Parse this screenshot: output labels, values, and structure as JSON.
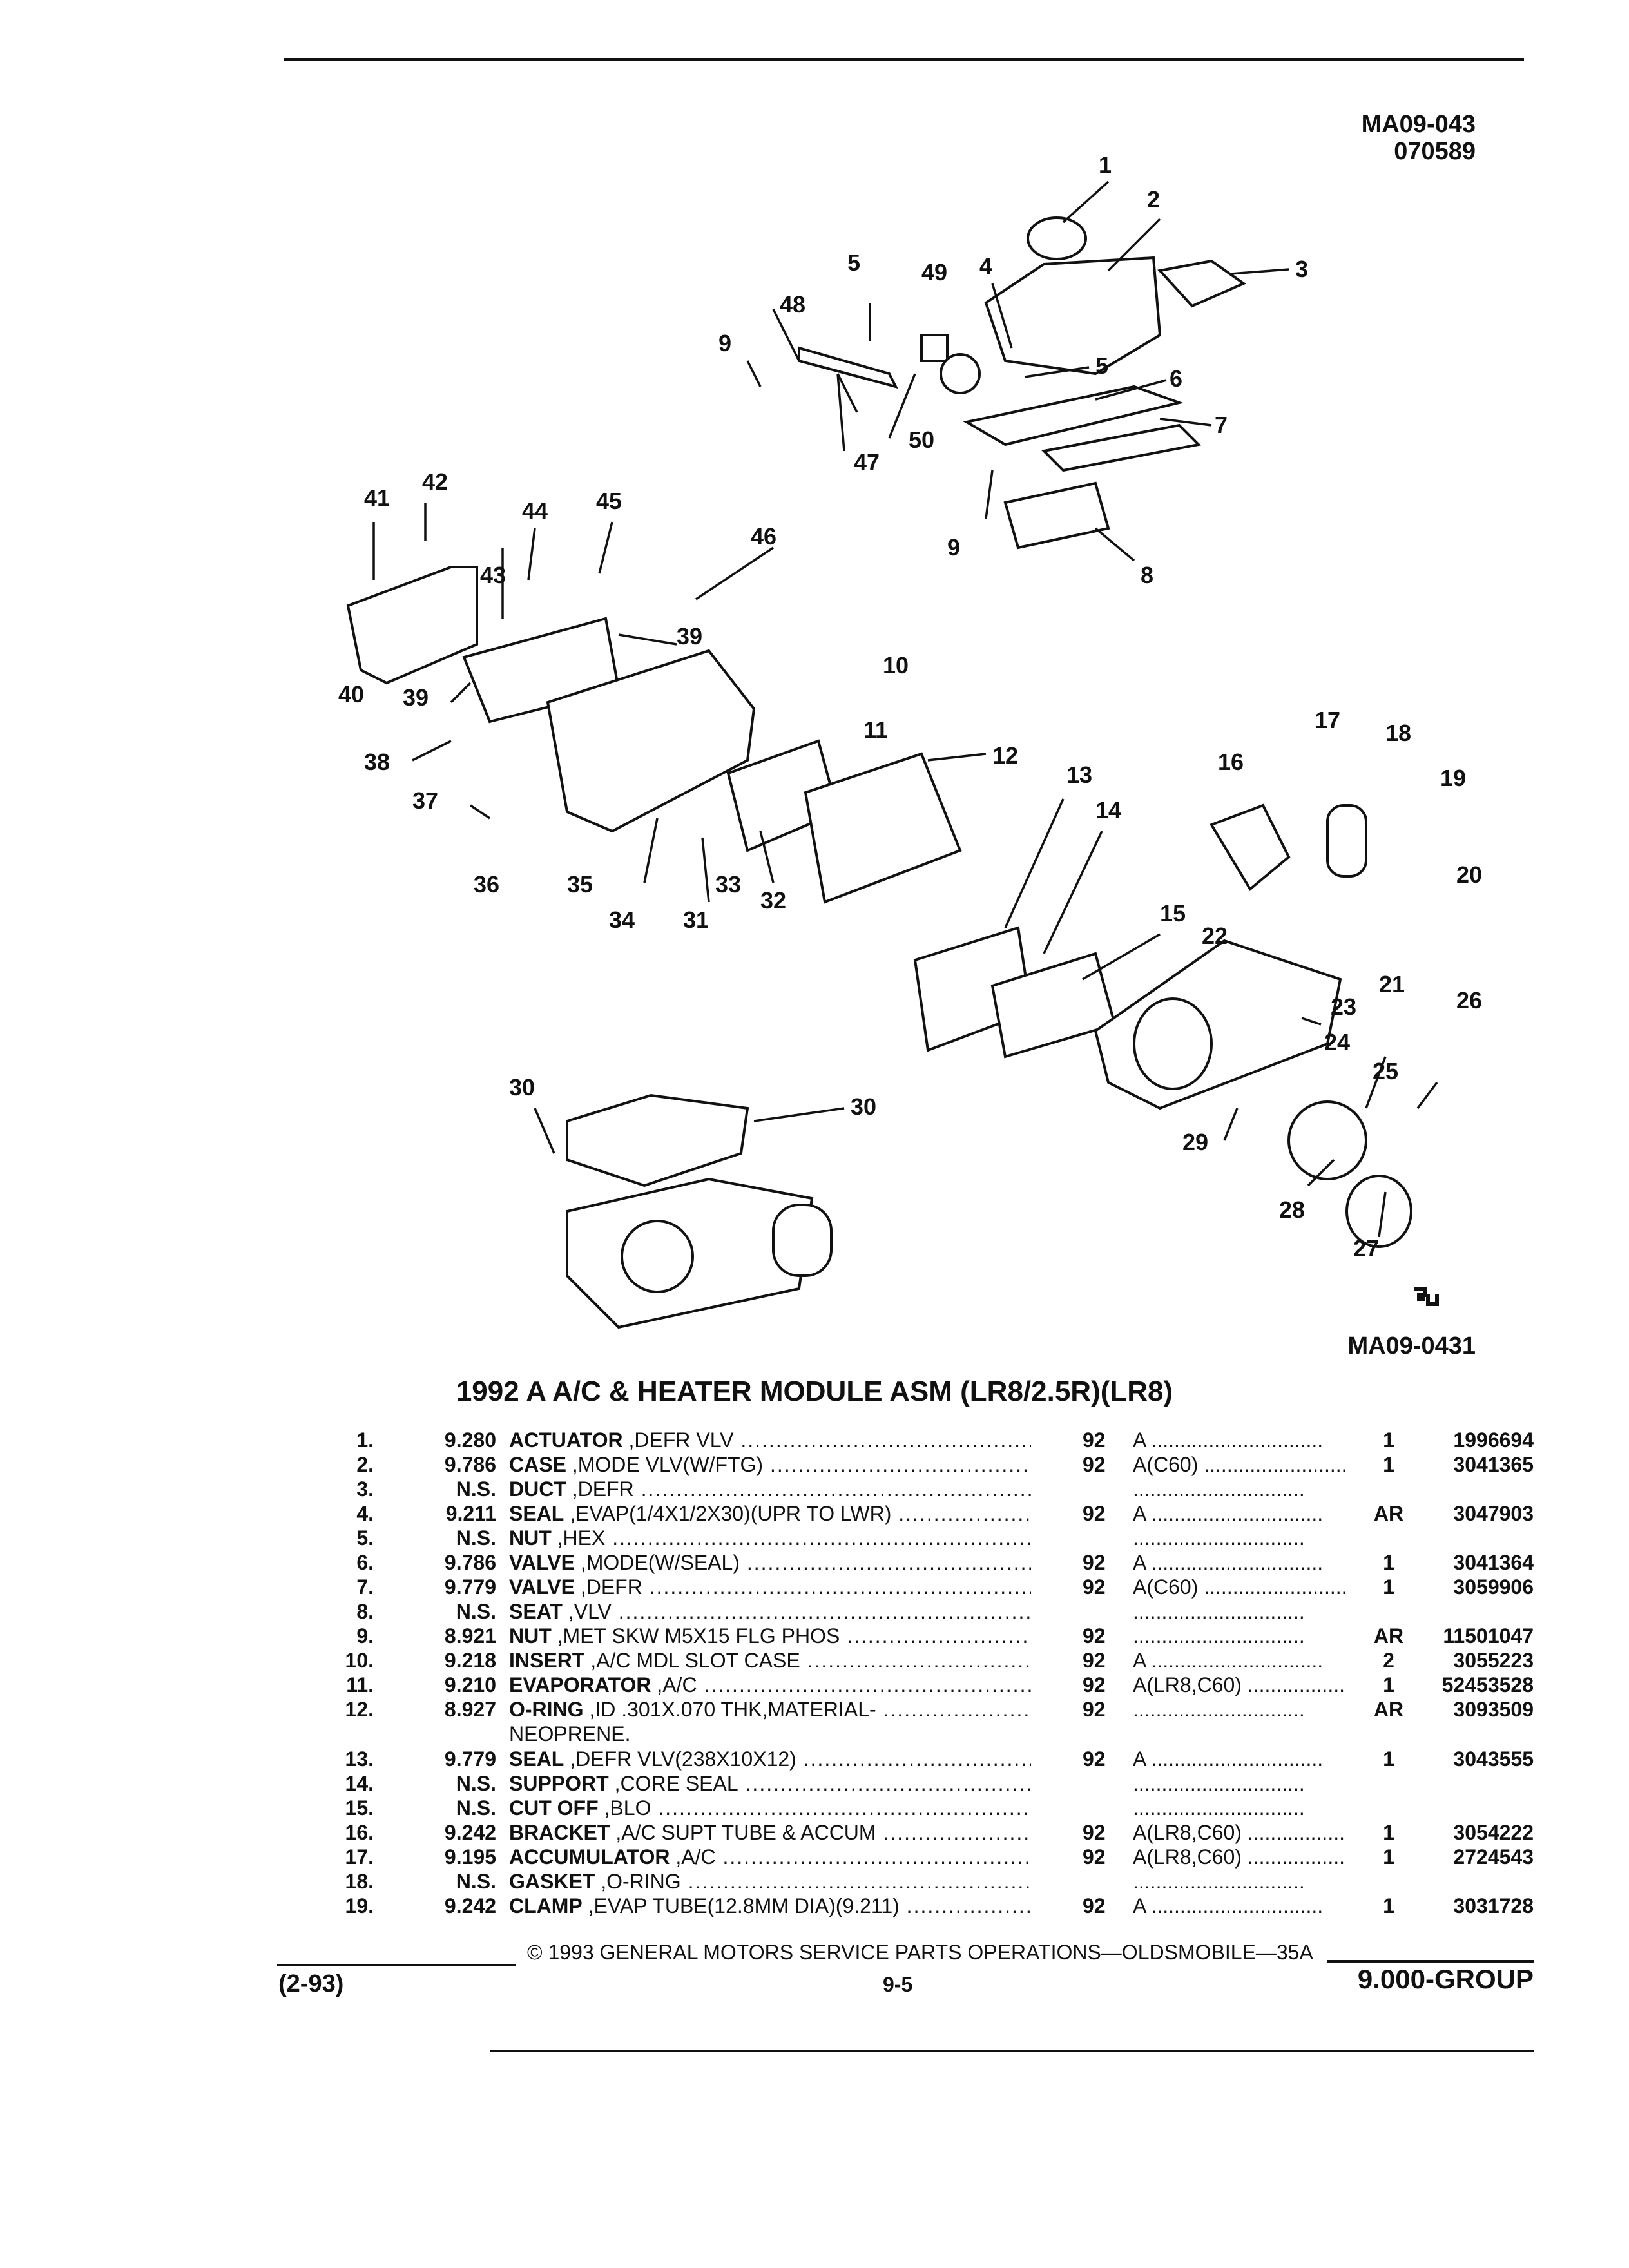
{
  "header": {
    "code_top": "MA09-043",
    "code_date": "070589"
  },
  "diagram": {
    "code_bottom": "MA09-0431",
    "logo_icon": "gm-service-logo-icon",
    "callouts": [
      "1",
      "2",
      "3",
      "4",
      "5",
      "5",
      "6",
      "7",
      "8",
      "9",
      "9",
      "10",
      "11",
      "12",
      "13",
      "14",
      "15",
      "16",
      "17",
      "18",
      "19",
      "20",
      "21",
      "22",
      "23",
      "24",
      "25",
      "26",
      "27",
      "28",
      "29",
      "30",
      "30",
      "31",
      "32",
      "33",
      "34",
      "35",
      "36",
      "37",
      "38",
      "39",
      "39",
      "40",
      "41",
      "42",
      "43",
      "44",
      "45",
      "46",
      "47",
      "48",
      "49",
      "50"
    ]
  },
  "title": "1992 A A/C & HEATER MODULE ASM (LR8/2.5R)(LR8)",
  "rows": [
    {
      "index": "1.",
      "group": "9.280",
      "name": "ACTUATOR",
      "desc": ",DEFR VLV",
      "year": "92",
      "series": "A",
      "qty": "1",
      "part": "1996694"
    },
    {
      "index": "2.",
      "group": "9.786",
      "name": "CASE",
      "desc": ",MODE VLV(W/FTG)",
      "year": "92",
      "series": "A(C60)",
      "qty": "1",
      "part": "3041365"
    },
    {
      "index": "3.",
      "group": "N.S.",
      "name": "DUCT",
      "desc": ",DEFR",
      "year": "",
      "series": "",
      "qty": "",
      "part": ""
    },
    {
      "index": "4.",
      "group": "9.211",
      "name": "SEAL",
      "desc": ",EVAP(1/4X1/2X30)(UPR TO LWR)",
      "year": "92",
      "series": "A",
      "qty": "AR",
      "part": "3047903"
    },
    {
      "index": "5.",
      "group": "N.S.",
      "name": "NUT",
      "desc": ",HEX",
      "year": "",
      "series": "",
      "qty": "",
      "part": ""
    },
    {
      "index": "6.",
      "group": "9.786",
      "name": "VALVE",
      "desc": ",MODE(W/SEAL)",
      "year": "92",
      "series": "A",
      "qty": "1",
      "part": "3041364"
    },
    {
      "index": "7.",
      "group": "9.779",
      "name": "VALVE",
      "desc": ",DEFR",
      "year": "92",
      "series": "A(C60)",
      "qty": "1",
      "part": "3059906"
    },
    {
      "index": "8.",
      "group": "N.S.",
      "name": "SEAT",
      "desc": ",VLV",
      "year": "",
      "series": "",
      "qty": "",
      "part": ""
    },
    {
      "index": "9.",
      "group": "8.921",
      "name": "NUT",
      "desc": ",MET SKW M5X15 FLG PHOS",
      "year": "92",
      "series": "",
      "qty": "AR",
      "part": "11501047"
    },
    {
      "index": "10.",
      "group": "9.218",
      "name": "INSERT",
      "desc": ",A/C MDL SLOT CASE",
      "year": "92",
      "series": "A",
      "qty": "2",
      "part": "3055223"
    },
    {
      "index": "11.",
      "group": "9.210",
      "name": "EVAPORATOR",
      "desc": ",A/C",
      "year": "92",
      "series": "A(LR8,C60)",
      "qty": "1",
      "part": "52453528"
    },
    {
      "index": "12.",
      "group": "8.927",
      "name": "O-RING",
      "desc": ",ID .301X.070 THK,MATERIAL-",
      "cont": "NEOPRENE.",
      "year": "92",
      "series": "",
      "qty": "AR",
      "part": "3093509"
    },
    {
      "index": "13.",
      "group": "9.779",
      "name": "SEAL",
      "desc": ",DEFR VLV(238X10X12)",
      "year": "92",
      "series": "A",
      "qty": "1",
      "part": "3043555"
    },
    {
      "index": "14.",
      "group": "N.S.",
      "name": "SUPPORT",
      "desc": ",CORE SEAL",
      "year": "",
      "series": "",
      "qty": "",
      "part": ""
    },
    {
      "index": "15.",
      "group": "N.S.",
      "name": "CUT OFF",
      "desc": ",BLO",
      "year": "",
      "series": "",
      "qty": "",
      "part": ""
    },
    {
      "index": "16.",
      "group": "9.242",
      "name": "BRACKET",
      "desc": ",A/C SUPT TUBE & ACCUM",
      "year": "92",
      "series": "A(LR8,C60)",
      "qty": "1",
      "part": "3054222"
    },
    {
      "index": "17.",
      "group": "9.195",
      "name": "ACCUMULATOR",
      "desc": ",A/C",
      "year": "92",
      "series": "A(LR8,C60)",
      "qty": "1",
      "part": "2724543"
    },
    {
      "index": "18.",
      "group": "N.S.",
      "name": "GASKET",
      "desc": ",O-RING",
      "year": "",
      "series": "",
      "qty": "",
      "part": ""
    },
    {
      "index": "19.",
      "group": "9.242",
      "name": "CLAMP",
      "desc": ",EVAP TUBE(12.8MM DIA)(9.211)",
      "year": "92",
      "series": "A",
      "qty": "1",
      "part": "3031728"
    }
  ],
  "footer": {
    "copyright": "© 1993 GENERAL MOTORS SERVICE PARTS OPERATIONS—OLDSMOBILE—35A",
    "revision": "(2-93)",
    "page": "9-5",
    "group": "9.000-GROUP"
  }
}
